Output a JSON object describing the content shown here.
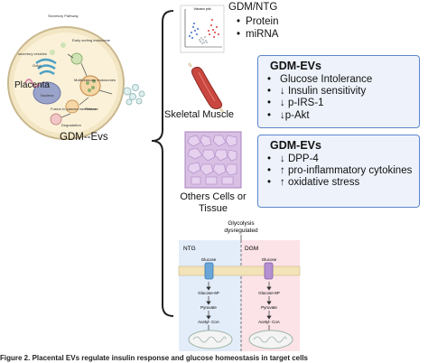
{
  "left_panel": {
    "cell_labels": {
      "secretory_pathway": "Secretory Pathway",
      "early_sorting": "Early sorting endosome",
      "secretory_vesicles": "secretory vesicles",
      "golgi": "Golgi",
      "mvb": "Multivesicular endosomes",
      "nucleus": "Nucleus",
      "fusion": "Fusion to plasma membrane",
      "release": "Release",
      "degradation": "Degradation",
      "placenta": "Placenta"
    },
    "gdm_evs_label": "GDM--Evs"
  },
  "omics": {
    "title": "GDM/NTG",
    "plot_title": "Volcano plot",
    "items": [
      "Protein",
      "miRNA"
    ]
  },
  "tissues": {
    "skeletal_muscle": "Skeletal Muscle",
    "others": "Others Cells or Tissue"
  },
  "box_muscle": {
    "title": "GDM-EVs",
    "items": [
      "Glucose Intolerance",
      "↓ Insulin  sensitivity",
      "↓ p-IRS-1",
      "↓p-Akt"
    ]
  },
  "box_others": {
    "title": "GDM-EVs",
    "items": [
      "↓ DPP-4",
      "↑ pro-inflammatory cytokines",
      "↑ oxidative stress"
    ]
  },
  "glycolysis": {
    "title": "Glycolysis dysregulated",
    "ntg": "NTG",
    "dgm": "DGM",
    "steps": [
      "Glucose",
      "Glucose-6P",
      "Pyruvate",
      "Acetyl- CoA"
    ]
  },
  "caption": "Figure 2. Placental EVs regulate insulin response and glucose homeostasis in target cells"
}
